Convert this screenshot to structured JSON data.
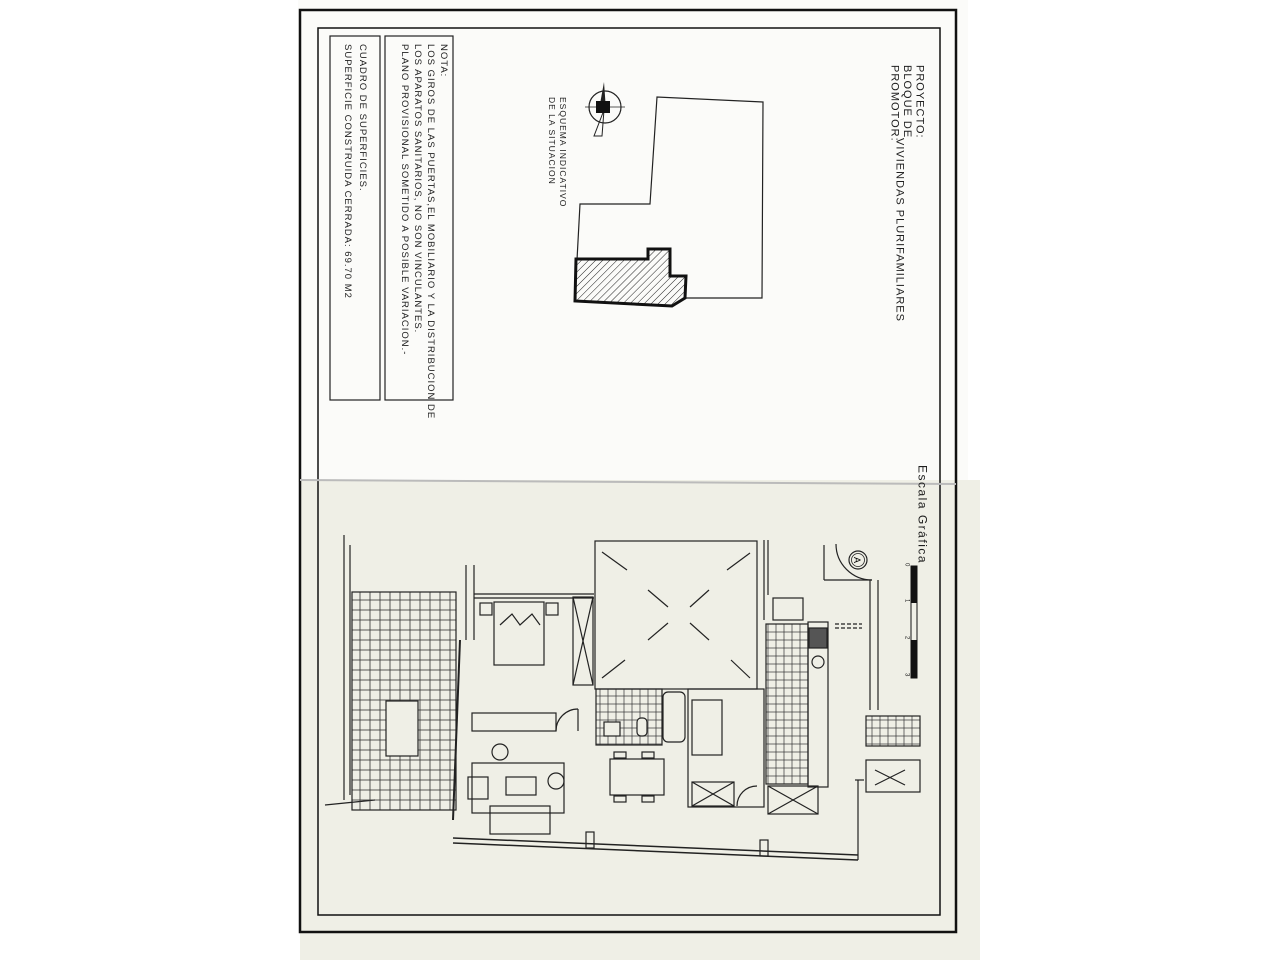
{
  "title_block": {
    "proyecto_label": "PROYECTO:",
    "bloque_label": "BLOQUE DE",
    "promotor_label": "PROMOTOR:",
    "project_name": "VIVIENDAS PLURIFAMILIARES"
  },
  "site_plan": {
    "label_line1": "ESQUEMA INDICATIVO",
    "label_line2": "DE LA SITUACION",
    "north": "N"
  },
  "nota": {
    "heading": "NOTA:",
    "lines": [
      "LOS GIROS DE LAS PUERTAS,EL MOBILIARIO Y LA DISTRIBUCION DE",
      "LOS APARATOS SANITARIOS, NO SON VINCULANTES.",
      "PLANO PROVISIONAL SOMETIDO A POSIBLE VARIACION.-"
    ]
  },
  "cuadro": {
    "heading": "CUADRO DE SUPERFICIES.",
    "area": "SUPERFICIE CONSTRUIDA CERRADA: 69.70 M2"
  },
  "scale": {
    "title": "Escala Gráfica",
    "ticks": [
      "0",
      "1",
      "2",
      "3"
    ]
  },
  "plan": {
    "door_marker": "A"
  }
}
